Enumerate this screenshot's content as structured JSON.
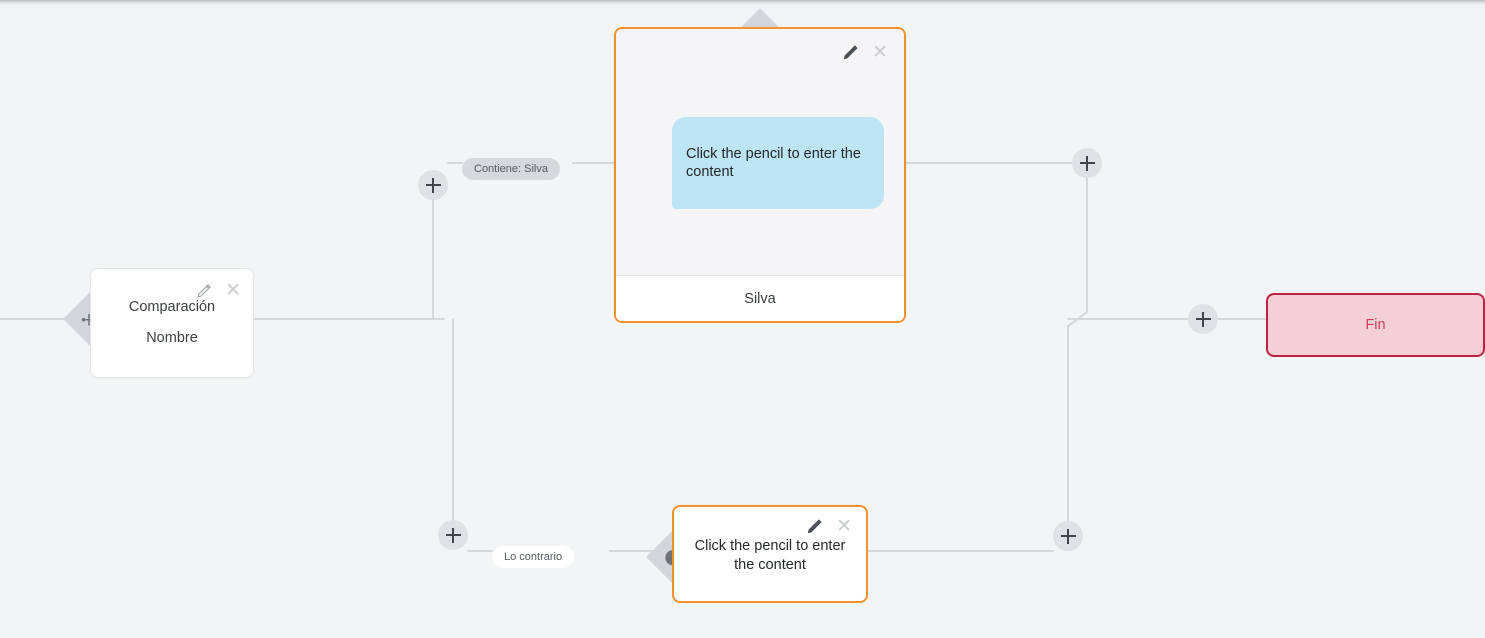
{
  "canvas": {
    "background_color": "#f3f4f6",
    "edge_color": "#d5d7db",
    "accent_orange": "#f59130",
    "accent_crimson": "#bd2342",
    "bubble_blue": "#bde5f5"
  },
  "nodes": {
    "compare": {
      "title_line1": "Comparación",
      "title_line2": "Nombre",
      "edit_icon": "pencil-icon",
      "close_icon": "close-icon",
      "badge_icon": "branch-split-icon"
    },
    "message": {
      "bubble_text": "Click the pencil to enter the content",
      "footer_text": "Silva",
      "edit_icon": "pencil-icon",
      "close_icon": "close-icon",
      "badge_icon": "chat-bubble-icon"
    },
    "wait": {
      "text": "Click the pencil to enter the content",
      "edit_icon": "pencil-icon",
      "close_icon": "close-icon",
      "badge_icon": "clock-icon"
    },
    "end": {
      "label": "Fin"
    }
  },
  "edges": {
    "label_true": "Contiene: Silva",
    "label_false": "Lo contrario"
  },
  "add_buttons": {
    "label": "+",
    "branch_true": "add-node-branch-true",
    "branch_false": "add-node-branch-false",
    "after_message": "add-node-after-message",
    "after_wait": "add-node-after-wait",
    "before_end": "add-node-before-end"
  }
}
